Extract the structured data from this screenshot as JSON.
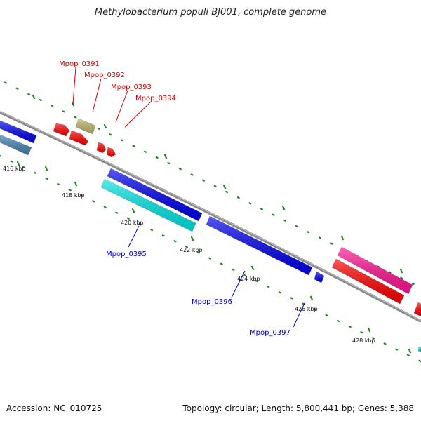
{
  "title": "Methylobacterium populi BJ001, complete genome",
  "footer": {
    "accession": "Accession: NC_010725",
    "summary": "Topology: circular; Length: 5,800,441 bp; Genes: 5,388"
  },
  "colors": {
    "backbone": "#8a8a8a",
    "tick": "#1a8a1a",
    "forward_label": "#d40000",
    "reverse_label": "#0000c8"
  },
  "ticks": [
    {
      "label": "416 kbp"
    },
    {
      "label": "418 kbp"
    },
    {
      "label": "420 kbp"
    },
    {
      "label": "422 kbp"
    },
    {
      "label": "424 kbp"
    },
    {
      "label": "426 kbp"
    },
    {
      "label": "428 kbp"
    }
  ],
  "gene_labels": {
    "forward": [
      "Mpop_0391",
      "Mpop_0392",
      "Mpop_0393",
      "Mpop_0394"
    ],
    "reverse": [
      "Mpop_0395",
      "Mpop_0396",
      "Mpop_0397"
    ]
  },
  "features": [
    {
      "name": "gene-blue-left",
      "color": "#0000ee"
    },
    {
      "name": "gene-steelblue-left",
      "color": "#4682b4"
    },
    {
      "name": "gene-red-1",
      "color": "#ff0000"
    },
    {
      "name": "gene-red-2",
      "color": "#ff0000"
    },
    {
      "name": "gene-khaki",
      "color": "#bdb76b"
    },
    {
      "name": "gene-red-small-1",
      "color": "#ff0000"
    },
    {
      "name": "gene-red-small-2",
      "color": "#ff0000"
    },
    {
      "name": "gene-blue-long-1",
      "color": "#0000ee"
    },
    {
      "name": "gene-cyan",
      "color": "#00e5e5"
    },
    {
      "name": "gene-blue-long-2",
      "color": "#0000ee"
    },
    {
      "name": "gene-blue-small",
      "color": "#0000ee"
    },
    {
      "name": "gene-pink",
      "color": "#ff1493"
    },
    {
      "name": "gene-red-right",
      "color": "#ff0000"
    },
    {
      "name": "gene-red-edge",
      "color": "#ff0000"
    },
    {
      "name": "gene-cyan-edge",
      "color": "#00e5e5"
    }
  ]
}
